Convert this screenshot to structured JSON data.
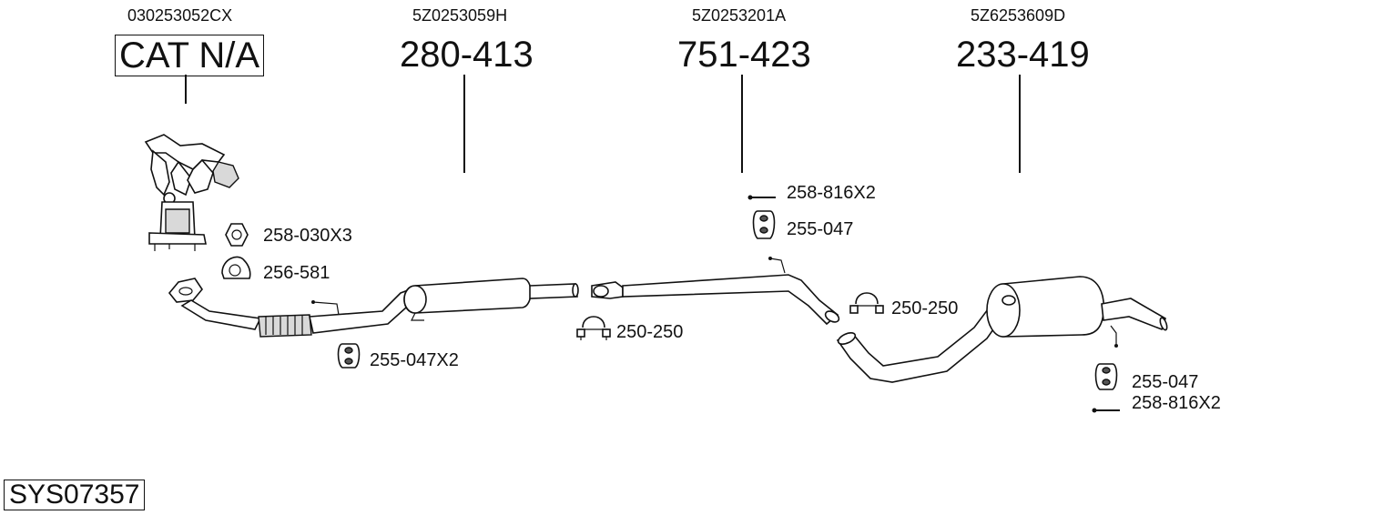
{
  "oem_numbers": [
    "030253052CX",
    "5Z0253059H",
    "5Z0253201A",
    "5Z6253609D"
  ],
  "part_numbers": [
    "CAT N/A",
    "280-413",
    "751-423",
    "233-419"
  ],
  "accessories": {
    "nut": "258-030X3",
    "gasket": "256-581",
    "rubber_front": "255-047X2",
    "clamp_mid": "250-250",
    "bolt_top": "258-816X2",
    "rubber_top": "255-047",
    "clamp_rear": "250-250",
    "rubber_rear": "255-047",
    "bolt_rear": "258-816X2"
  },
  "system_id": "SYS07357"
}
